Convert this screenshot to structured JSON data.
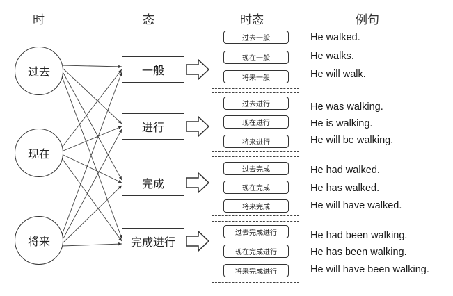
{
  "headers": {
    "time": "时",
    "aspect": "态",
    "tense": "时态",
    "example": "例句"
  },
  "times": [
    "过去",
    "现在",
    "将来"
  ],
  "aspects": [
    {
      "label": "一般",
      "tenses": [
        "过去一般",
        "现在一般",
        "将来一般"
      ],
      "examples": [
        "He walked.",
        "He walks.",
        "He will walk."
      ]
    },
    {
      "label": "进行",
      "tenses": [
        "过去进行",
        "现在进行",
        "将来进行"
      ],
      "examples": [
        "He was walking.",
        "He is walking.",
        "He will be walking."
      ]
    },
    {
      "label": "完成",
      "tenses": [
        "过去完成",
        "现在完成",
        "将来完成"
      ],
      "examples": [
        "He had walked.",
        "He has walked.",
        "He will have walked."
      ]
    },
    {
      "label": "完成进行",
      "tenses": [
        "过去完成进行",
        "现在完成进行",
        "将来完成进行"
      ],
      "examples": [
        "He had been walking.",
        "He has been walking.",
        "He will have been walking."
      ]
    }
  ]
}
